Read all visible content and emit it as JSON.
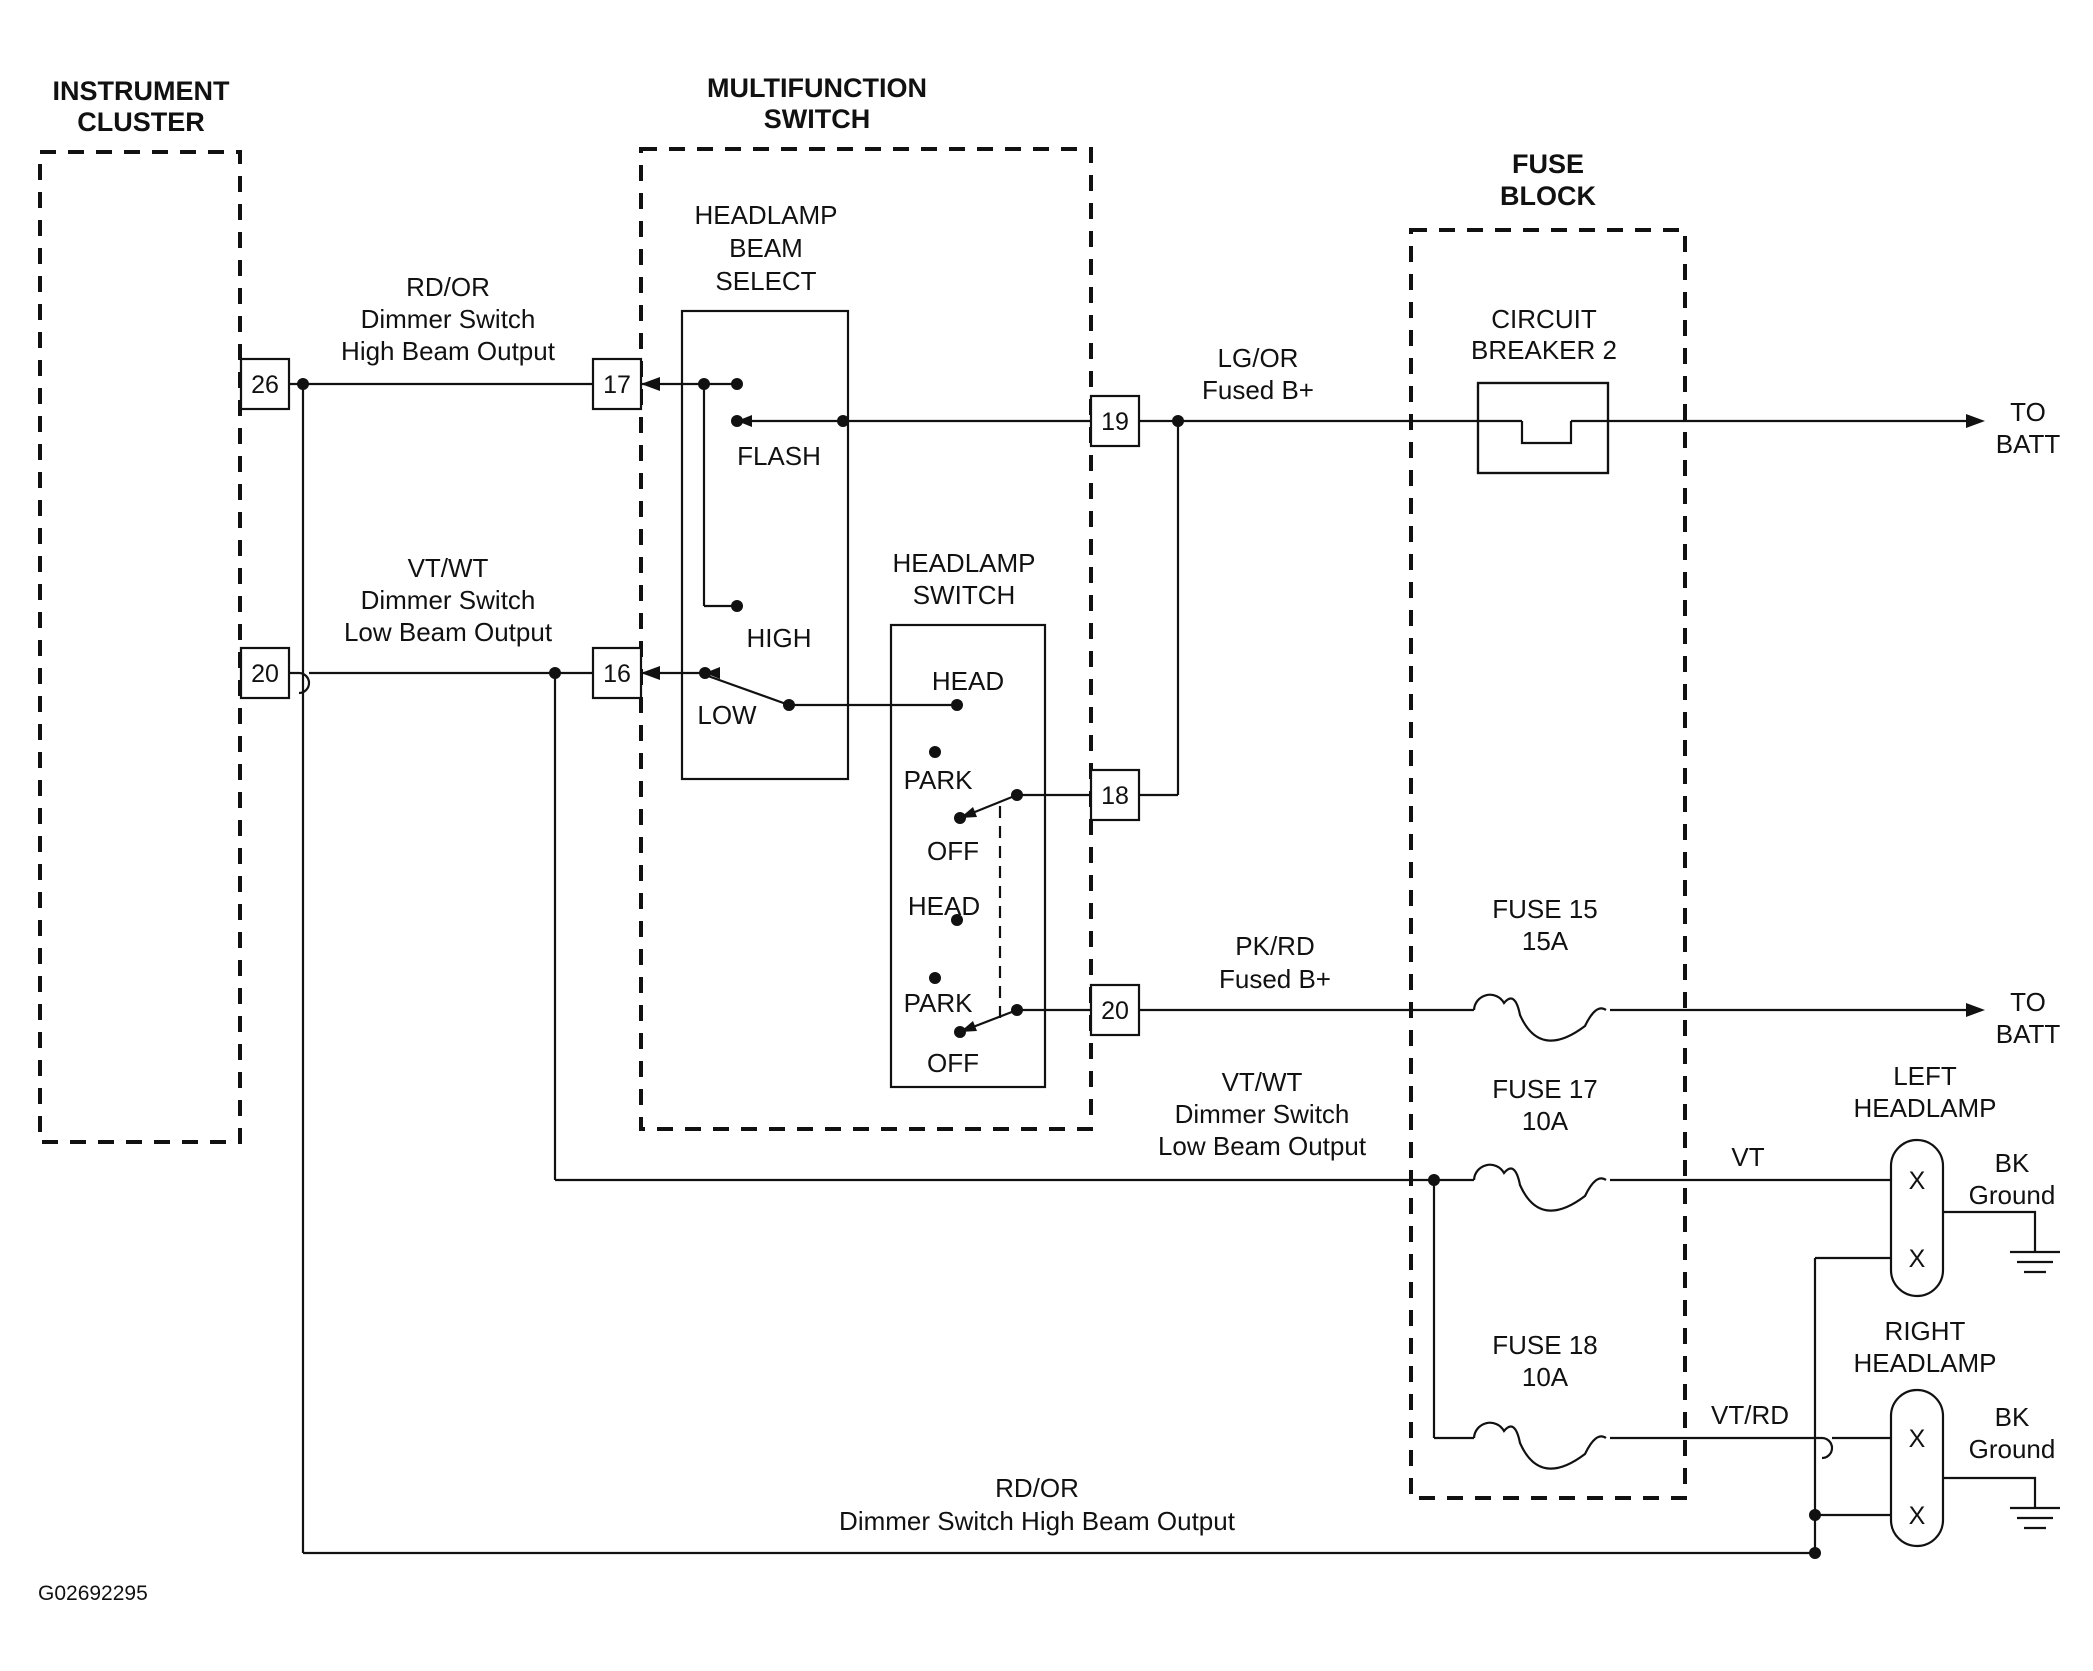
{
  "components": {
    "instrument_cluster": [
      "INSTRUMENT",
      "CLUSTER"
    ],
    "multifunction_switch": [
      "MULTIFUNCTION",
      "SWITCH"
    ],
    "fuse_block": [
      "FUSE",
      "BLOCK"
    ],
    "headlamp_beam_select": [
      "HEADLAMP",
      "BEAM",
      "SELECT"
    ],
    "headlamp_switch": [
      "HEADLAMP",
      "SWITCH"
    ],
    "circuit_breaker": [
      "CIRCUIT",
      "BREAKER 2"
    ],
    "fuse_15": [
      "FUSE 15",
      "15A"
    ],
    "fuse_17": [
      "FUSE 17",
      "10A"
    ],
    "fuse_18": [
      "FUSE 18",
      "10A"
    ],
    "left_headlamp": [
      "LEFT",
      "HEADLAMP"
    ],
    "right_headlamp": [
      "RIGHT",
      "HEADLAMP"
    ]
  },
  "pins": {
    "cluster_high": "26",
    "cluster_low": "20",
    "switch_high": "17",
    "switch_low": "16",
    "switch_b_plus": "19",
    "switch_head": "18",
    "switch_park": "20"
  },
  "switch_positions": {
    "flash": "FLASH",
    "high": "HIGH",
    "low": "LOW",
    "head": "HEAD",
    "park": "PARK",
    "off": "OFF"
  },
  "wires": {
    "high_beam_top": [
      "RD/OR",
      "Dimmer Switch",
      "High Beam Output"
    ],
    "low_beam_top": [
      "VT/WT",
      "Dimmer Switch",
      "Low Beam Output"
    ],
    "fused_b_plus": [
      "LG/OR",
      "Fused B+"
    ],
    "park_b_plus": [
      "PK/RD",
      "Fused B+"
    ],
    "low_beam_right": [
      "VT/WT",
      "Dimmer Switch",
      "Low Beam Output"
    ],
    "vt": "VT",
    "vt_rd": "VT/RD",
    "high_beam_bottom": [
      "RD/OR",
      "Dimmer Switch High Beam Output"
    ]
  },
  "terminals": {
    "to_batt_top": [
      "TO",
      "BATT"
    ],
    "to_batt_bottom": [
      "TO",
      "BATT"
    ],
    "left_ground": [
      "BK",
      "Ground"
    ],
    "right_ground": [
      "BK",
      "Ground"
    ],
    "lamp_pin": "X"
  },
  "figure_id": "G02692295"
}
